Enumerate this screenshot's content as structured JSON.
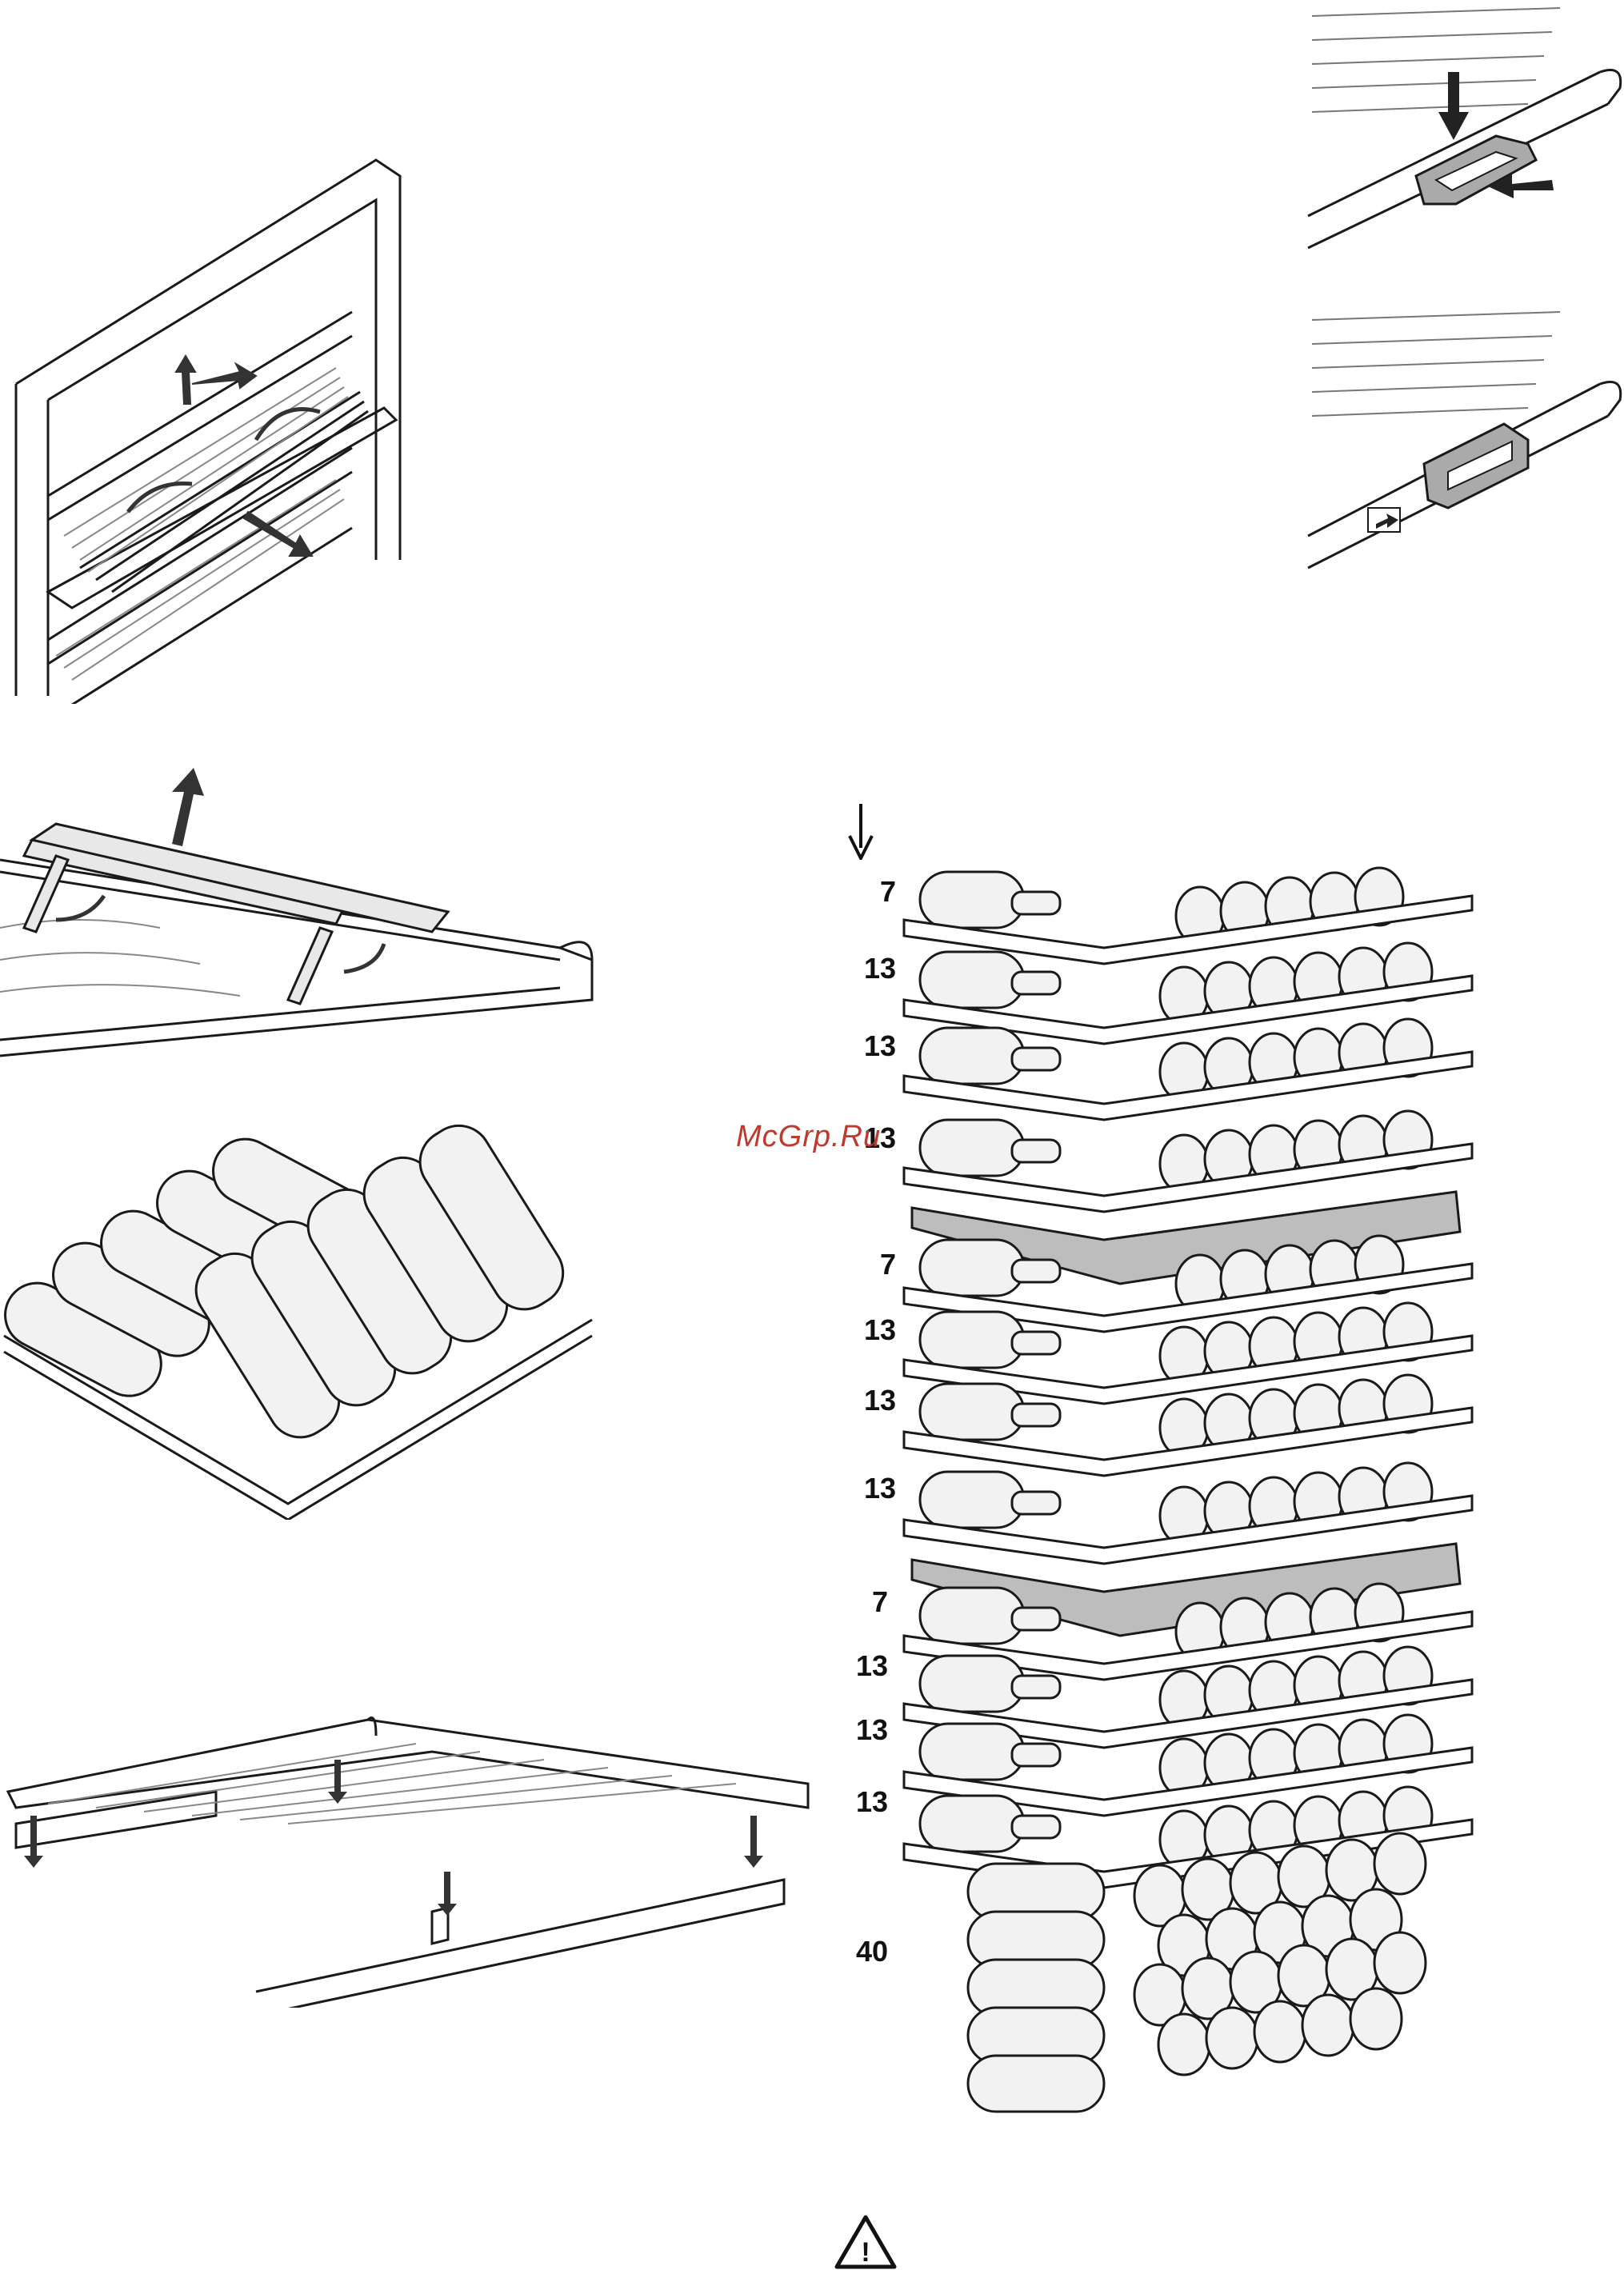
{
  "watermark": {
    "text": "McGrp.Ru",
    "color": "#c0392b"
  },
  "colors": {
    "line": "#1a1a1a",
    "bottle_fill": "#f2f2f2",
    "tray_fill": "#bdbdbd",
    "arrow": "#333333"
  },
  "rack_counts": [
    {
      "label": "7"
    },
    {
      "label": "13"
    },
    {
      "label": "13"
    },
    {
      "label": "13"
    },
    {
      "label": "7"
    },
    {
      "label": "13"
    },
    {
      "label": "13"
    },
    {
      "label": "13"
    },
    {
      "label": "7"
    },
    {
      "label": "13"
    },
    {
      "label": "13"
    },
    {
      "label": "13"
    },
    {
      "label": "40"
    }
  ],
  "icons": {
    "warning": "warning-triangle-icon",
    "arrow_down": "arrow-down-icon"
  },
  "warning_symbol": "!"
}
